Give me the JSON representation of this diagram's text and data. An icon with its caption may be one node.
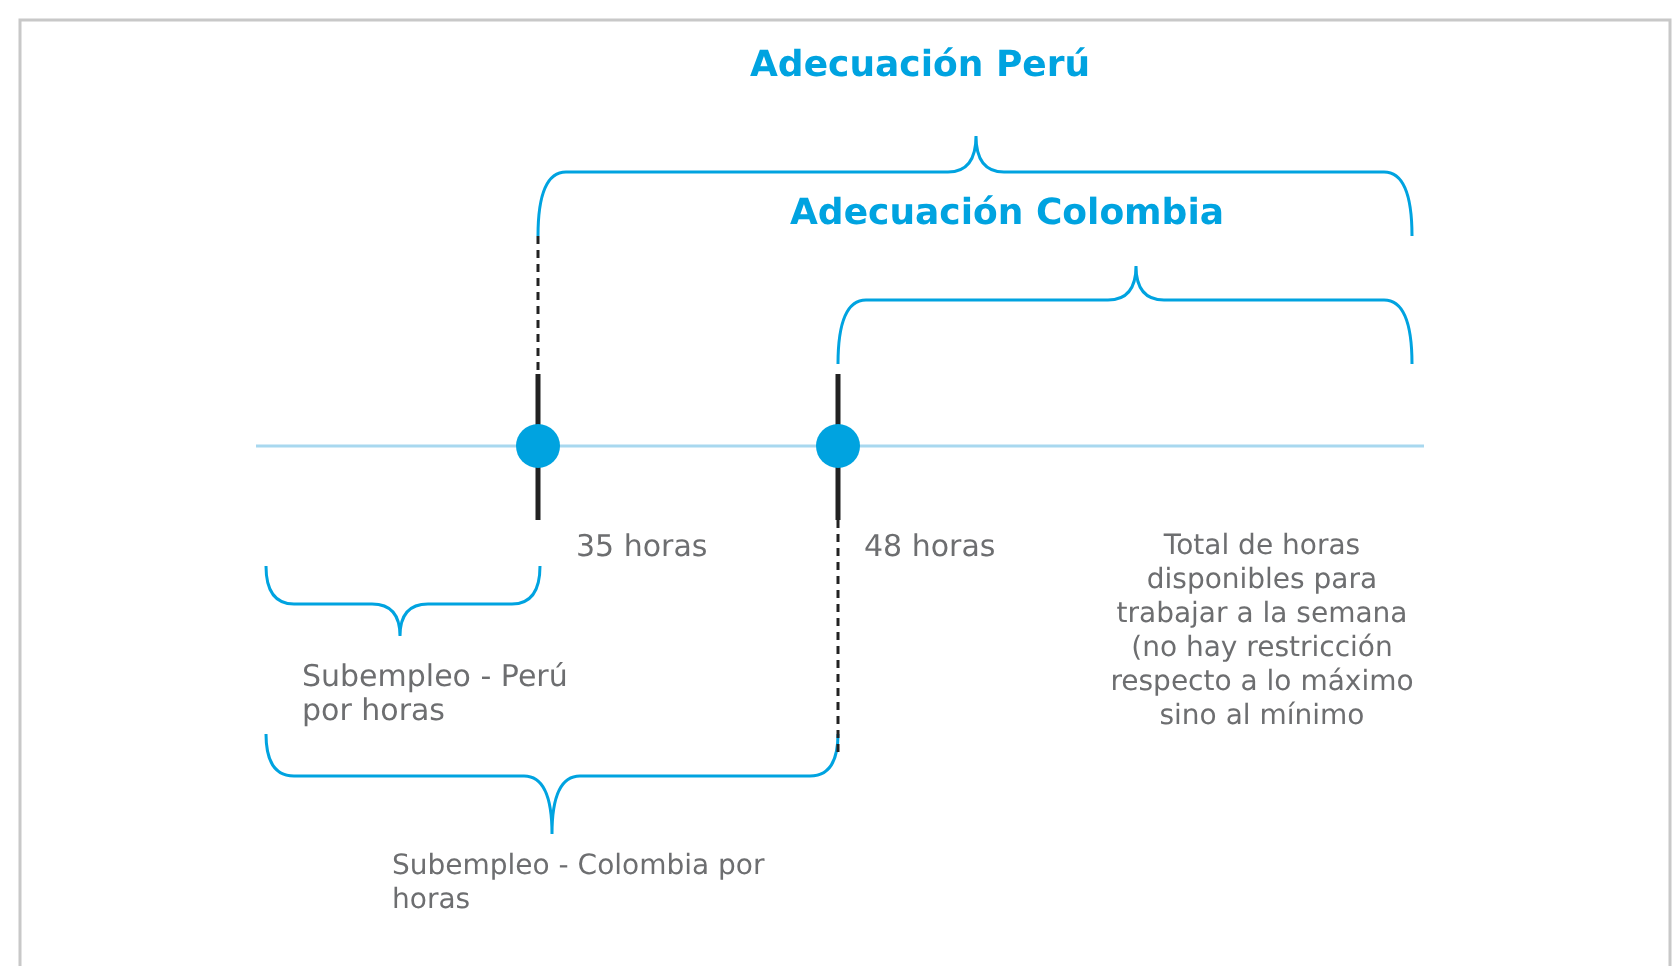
{
  "diagram": {
    "nodes": [
      {
        "text": [],
        "shape": "circle",
        "beside": [
          "35 horas"
        ]
      },
      {
        "text": [],
        "shape": "circle",
        "beside": [
          "48 horas"
        ]
      }
    ],
    "labels": [
      "Adecuación Perú",
      "Adecuación Colombia",
      "Total de horas disponibles para trabajar a la semana (no hay restricción respecto a lo máximo sino al mínimo",
      "Subempleo - Perú por horas",
      "Subempleo - Colombia por horas"
    ]
  }
}
